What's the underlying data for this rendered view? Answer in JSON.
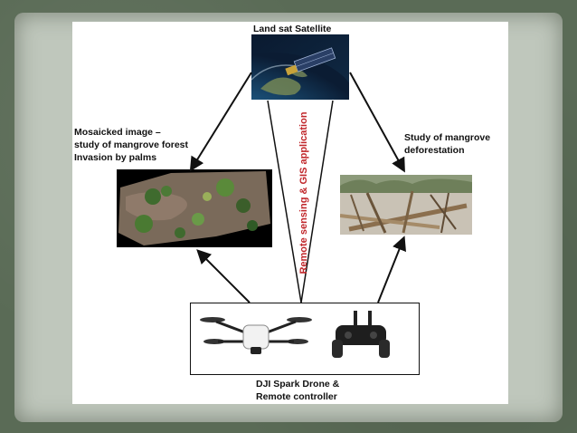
{
  "nodes": {
    "satellite_label": "Land sat Satellite",
    "mosaic_label": "Mosaicked image –\nstudy of mangrove forest\nInvasion by palms",
    "deforestation_label": "Study of mangrove\ndeforestation",
    "drone_label": "DJI Spark Drone &\nRemote controller"
  },
  "center_label": "Remote sensing & GIS application",
  "colors": {
    "frame": "#5a6b56",
    "inner": "#bfc7bc",
    "arrow": "#111111",
    "center_text": "#c0262a"
  }
}
